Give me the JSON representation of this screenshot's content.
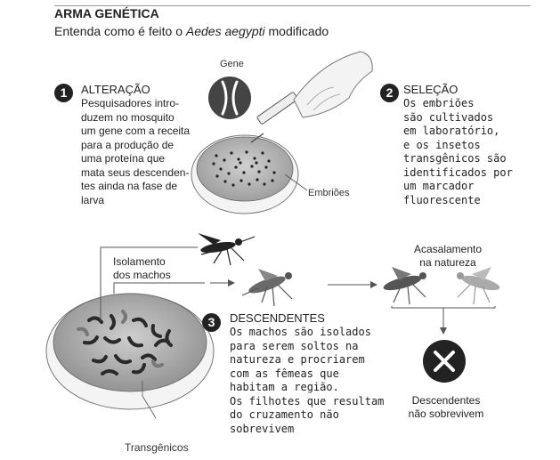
{
  "header": {
    "title": "ARMA GENÉTICA",
    "subtitle_prefix": "Entenda como é feito o ",
    "subtitle_italic": "Aedes aegypti",
    "subtitle_suffix": " modificado"
  },
  "step1": {
    "number": "1",
    "title": "ALTERAÇÃO",
    "text": "Pesquisadores intro-\nduzem no mosquito\num gene com a receita\npara a produção de\numa proteína que\nmata seus descenden-\ntes ainda na fase de\nlarva"
  },
  "step2": {
    "number": "2",
    "title": "SELEÇÃO",
    "text": "Os embriões\nsão cultivados\nem laboratório,\ne os insetos\ntransgênicos são\nidentificados por\num marcador\nfluorescente"
  },
  "step3": {
    "number": "3",
    "title": "DESCENDENTES",
    "text": "Os machos são isolados\npara serem soltos na\nnatureza e procriarem\ncom as fêmeas que\nhabitam a região.\nOs filhotes que resultam\ndo cruzamento não\nsobrevivem"
  },
  "labels": {
    "gene": "Gene",
    "embrioes": "Embriões",
    "isolamento": "Isolamento\ndos machos",
    "acasalamento": "Acasalamento\nna natureza",
    "descendentes_nao": "Descendentes\nnão sobrevivem",
    "transgenicos": "Transgênicos"
  }
}
